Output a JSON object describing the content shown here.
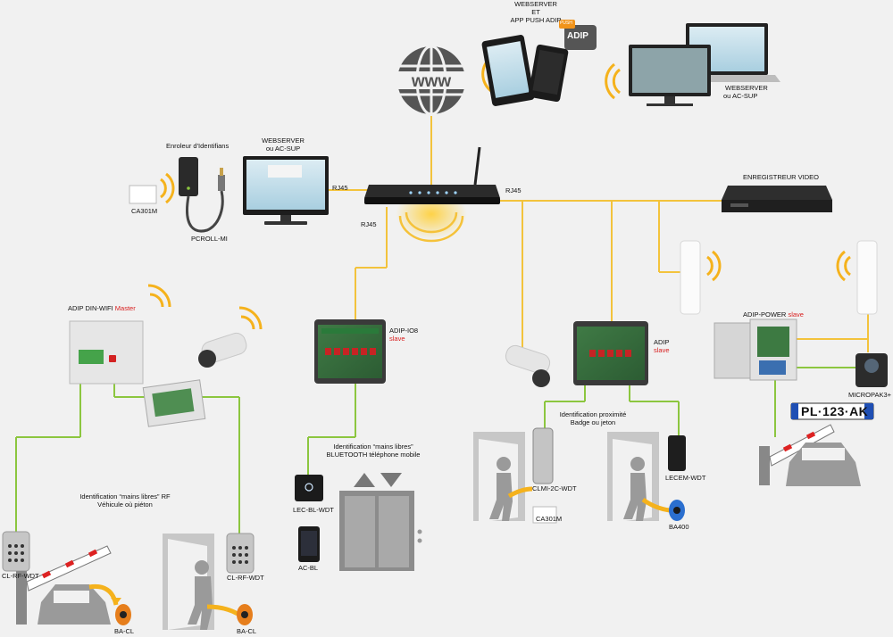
{
  "labels": {
    "webserver_app_1": "WEBSERVER",
    "webserver_app_2": "ET",
    "webserver_app_3": "APP PUSH ADIP",
    "adip_badge": "ADIP",
    "push_badge": "PUSH",
    "webserver_ac_sup_1": "WEBSERVER",
    "webserver_ac_sup_2": "ou AC-SUP",
    "webserver_left_1": "WEBSERVER",
    "webserver_left_2": "ou AC-SUP",
    "enroller": "Enroleur d'Identifians",
    "ca301m_top": "CA301M",
    "pcroll": "PCROLL-MI",
    "rj45_left": "RJ45",
    "rj45_bottom": "RJ45",
    "rj45_right": "RJ45",
    "video_recorder": "ENREGISTREUR VIDEO",
    "din_wifi": "ADIP DIN-WIFI",
    "din_wifi_role": "Master",
    "adip_io8": "ADIP-IO8",
    "adip_io8_role": "slave",
    "adip": "ADIP",
    "adip_role": "slave",
    "adip_power": "ADIP-POWER",
    "adip_power_role": "slave",
    "micropak": "MICROPAK3+",
    "plate": "PL·123·AK",
    "proximity_1": "Identification proximité",
    "proximity_2": "Badge ou jeton",
    "handsfree_bt_1": "Identification “mains libres”",
    "handsfree_bt_2": "BLUETOOTH téléphone mobile",
    "handsfree_rf_1": "Identification “mains libres” RF",
    "handsfree_rf_2": "Véhicule où piéton",
    "clmi": "CLMI-2C-WDT",
    "ca301m_bottom": "CA301M",
    "lecem": "LECEM-WDT",
    "ba400": "BA400",
    "lec_bl": "LEC-BL-WDT",
    "ac_bl": "AC-BL",
    "cl_rf_left": "CL-RF-WDT",
    "cl_rf_middle": "CL-RF-WDT",
    "ba_cl_left": "BA-CL",
    "ba_cl_middle": "BA-CL"
  },
  "colors": {
    "ethernet_link": "#f3c33c",
    "bus_link": "#8cc63f",
    "wifi_waves": "#f5b21c",
    "slave_master_text": "#d81e1e",
    "background": "#f1f1f1"
  },
  "icons": [
    "internet-globe-icon",
    "router",
    "video-recorder",
    "wifi-antenna",
    "bullet-camera",
    "keypad",
    "barrier",
    "car",
    "door",
    "elevator",
    "bluetooth-reader",
    "smartphone",
    "tablet",
    "laptop",
    "monitor",
    "key-fob"
  ]
}
